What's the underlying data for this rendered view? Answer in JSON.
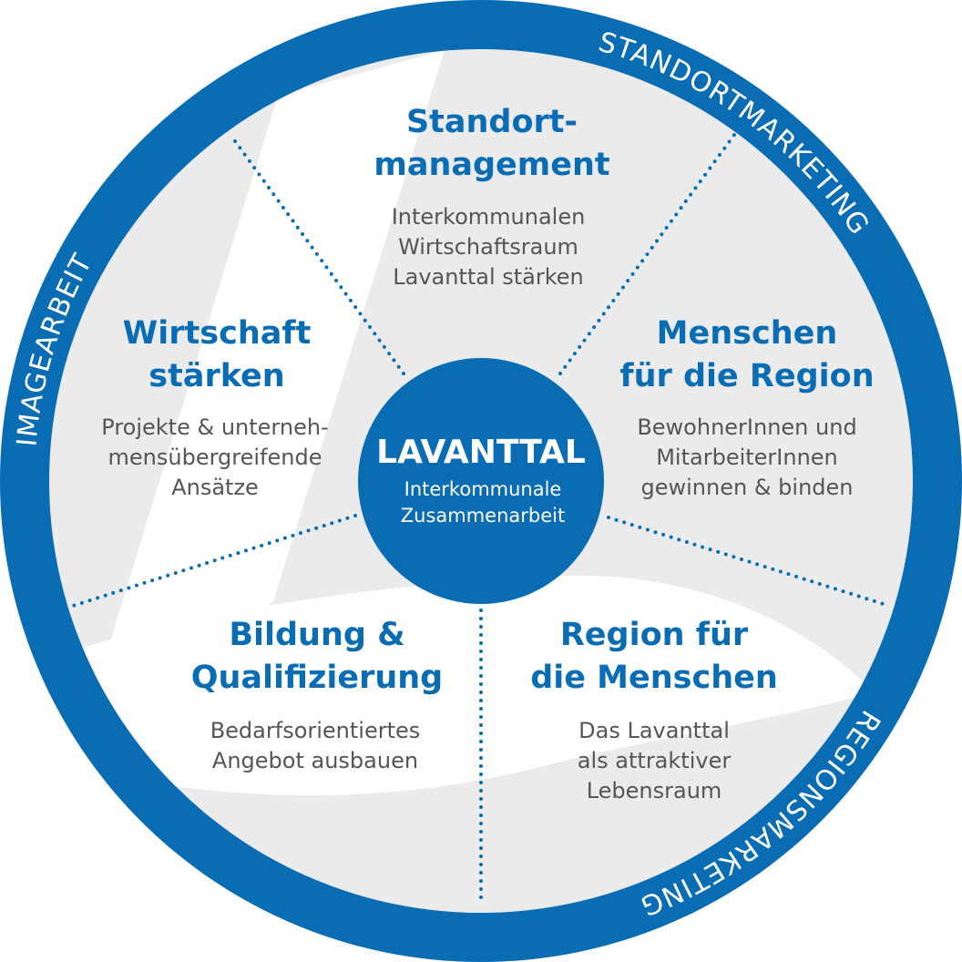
{
  "colors": {
    "brand_blue": "#0a6db4",
    "background_gray": "#ebebeb",
    "text_gray": "#555555",
    "white": "#ffffff"
  },
  "ring": {
    "labels": [
      "IMAGEARBEIT",
      "STANDORTMARKETING",
      "REGIONSMARKETING"
    ]
  },
  "center": {
    "logo": "LAVANTTAL",
    "line1": "Interkommunale",
    "line2": "Zusammenarbeit"
  },
  "segments": [
    {
      "title": [
        "Standort-",
        "management"
      ],
      "desc": [
        "Interkommunalen",
        "Wirtschaftsraum",
        "Lavanttal stärken"
      ]
    },
    {
      "title": [
        "Menschen",
        "für die Region"
      ],
      "desc": [
        "BewohnerInnen und",
        "MitarbeiterInnen",
        "gewinnen & binden"
      ]
    },
    {
      "title": [
        "Region für",
        "die Menschen"
      ],
      "desc": [
        "Das Lavanttal",
        "als attraktiver",
        "Lebensraum"
      ]
    },
    {
      "title": [
        "Bildung &",
        "Qualifizierung"
      ],
      "desc": [
        "Bedarfsorientiertes",
        "Angebot ausbauen"
      ]
    },
    {
      "title": [
        "Wirtschaft",
        "stärken"
      ],
      "desc": [
        "Projekte & unterneh-",
        "mensübergreifende",
        "Ansätze"
      ]
    }
  ]
}
